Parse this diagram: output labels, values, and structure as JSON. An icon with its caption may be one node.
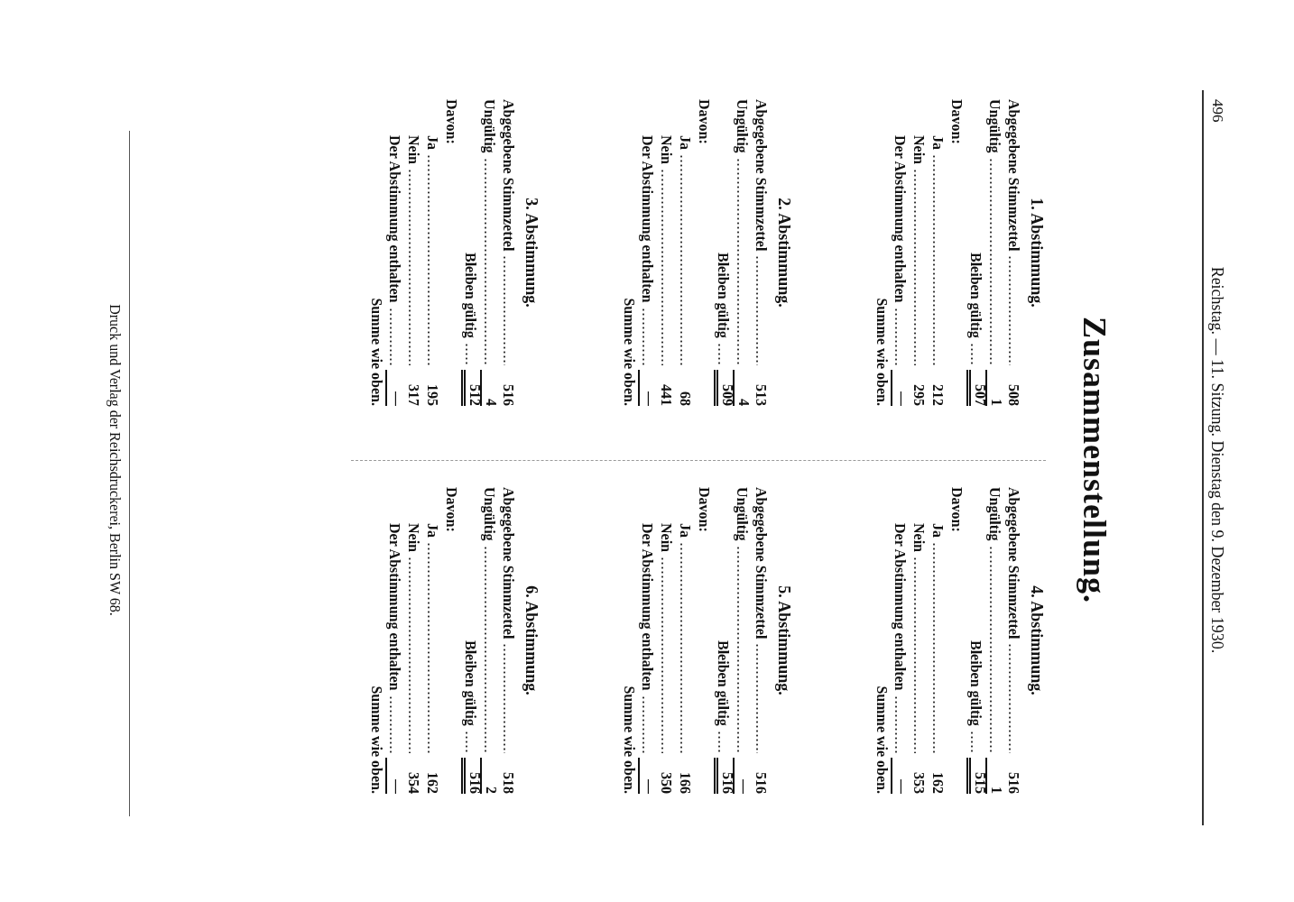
{
  "diagram": {
    "title": "Zusammenstellung.",
    "labels": [
      "496",
      "Reichstag. — 11. Sitzung. Dienstag den 9. Dezember 1930.",
      "1. Abstimmung.",
      "Abgegebene Stimmzettel",
      "508",
      "Ungültig",
      "1",
      "Bleiben gültig",
      "507",
      "Davon:",
      "Ja",
      "212",
      "Nein",
      "295",
      "Der Abstimmung enthalten",
      "—",
      "Summe wie oben.",
      "2. Abstimmung.",
      "Abgegebene Stimmzettel",
      "513",
      "Ungültig",
      "4",
      "Bleiben gültig",
      "509",
      "Davon:",
      "Ja",
      "68",
      "Nein",
      "441",
      "Der Abstimmung enthalten",
      "—",
      "Summe wie oben.",
      "3. Abstimmung.",
      "Abgegebene Stimmzettel",
      "516",
      "Ungültig",
      "4",
      "Bleiben gültig",
      "512",
      "Davon:",
      "Ja",
      "195",
      "Nein",
      "317",
      "Der Abstimmung enthalten",
      "—",
      "Summe wie oben.",
      "4. Abstimmung.",
      "Abgegebene Stimmzettel",
      "516",
      "Ungültig",
      "1",
      "Bleiben gültig",
      "515",
      "Davon:",
      "Ja",
      "162",
      "Nein",
      "353",
      "Der Abstimmung enthalten",
      "—",
      "Summe wie oben.",
      "5. Abstimmung.",
      "Abgegebene Stimmzettel",
      "516",
      "Ungültig",
      "—",
      "Bleiben gültig",
      "516",
      "Davon:",
      "Ja",
      "166",
      "Nein",
      "350",
      "Der Abstimmung enthalten",
      "—",
      "Summe wie oben.",
      "6. Abstimmung.",
      "Abgegebene Stimmzettel",
      "518",
      "Ungültig",
      "2",
      "Bleiben gültig",
      "516",
      "Davon:",
      "Ja",
      "162",
      "Nein",
      "354",
      "Der Abstimmung enthalten",
      "—",
      "Summe wie oben.",
      "Druck und Verlag der Reichsdruckerei, Berlin SW 68."
    ]
  }
}
